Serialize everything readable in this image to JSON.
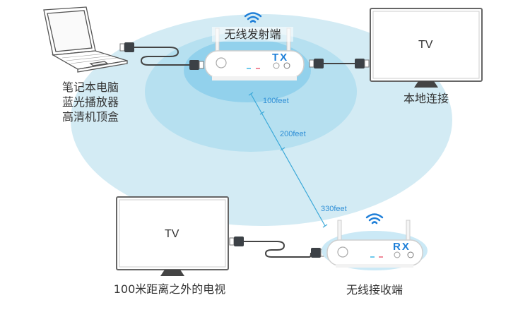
{
  "diagram": {
    "title": "Wireless HDMI transmitter / receiver range diagram",
    "colors": {
      "coverage_outer": "#cfe9f3",
      "coverage_mid": "#b2dff0",
      "coverage_inner": "#8fd0ec",
      "range_line": "#3aa8d8",
      "range_text": "#2f8fd6",
      "device_label": "#1f7fd8",
      "wifi_icon": "#1f7fd8"
    },
    "source": {
      "label_lines": [
        "笔记本电脑",
        "蓝光播放器",
        "高清机顶盒"
      ]
    },
    "transmitter": {
      "label": "无线发射端",
      "badge": "TX"
    },
    "local_tv": {
      "screen_text": "TV",
      "label": "本地连接"
    },
    "remote_tv": {
      "screen_text": "TV",
      "label": "100米距离之外的电视"
    },
    "receiver": {
      "label": "无线接收端",
      "badge": "RX"
    },
    "range_marks": [
      {
        "label": "100feet"
      },
      {
        "label": "200feet"
      },
      {
        "label": "330feet"
      }
    ]
  }
}
